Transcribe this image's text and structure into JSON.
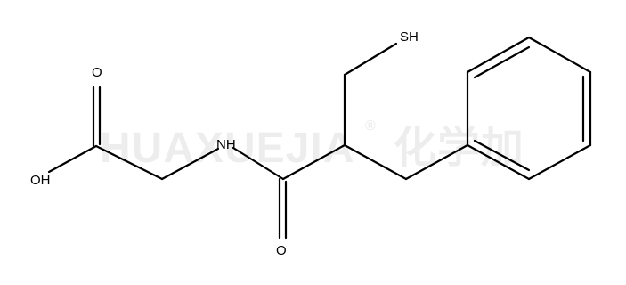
{
  "watermark": {
    "brand": "HUAXUEJIA",
    "registered_mark": "®",
    "chinese": "化学加"
  },
  "atoms": {
    "thiol": "SH",
    "amine": "NH",
    "carbonyl_oxygen_top": "O",
    "hydroxyl": "OH",
    "carbonyl_oxygen_bottom": "O"
  },
  "colors": {
    "bond": "#000000",
    "label": "#000000",
    "background": "#ffffff"
  }
}
